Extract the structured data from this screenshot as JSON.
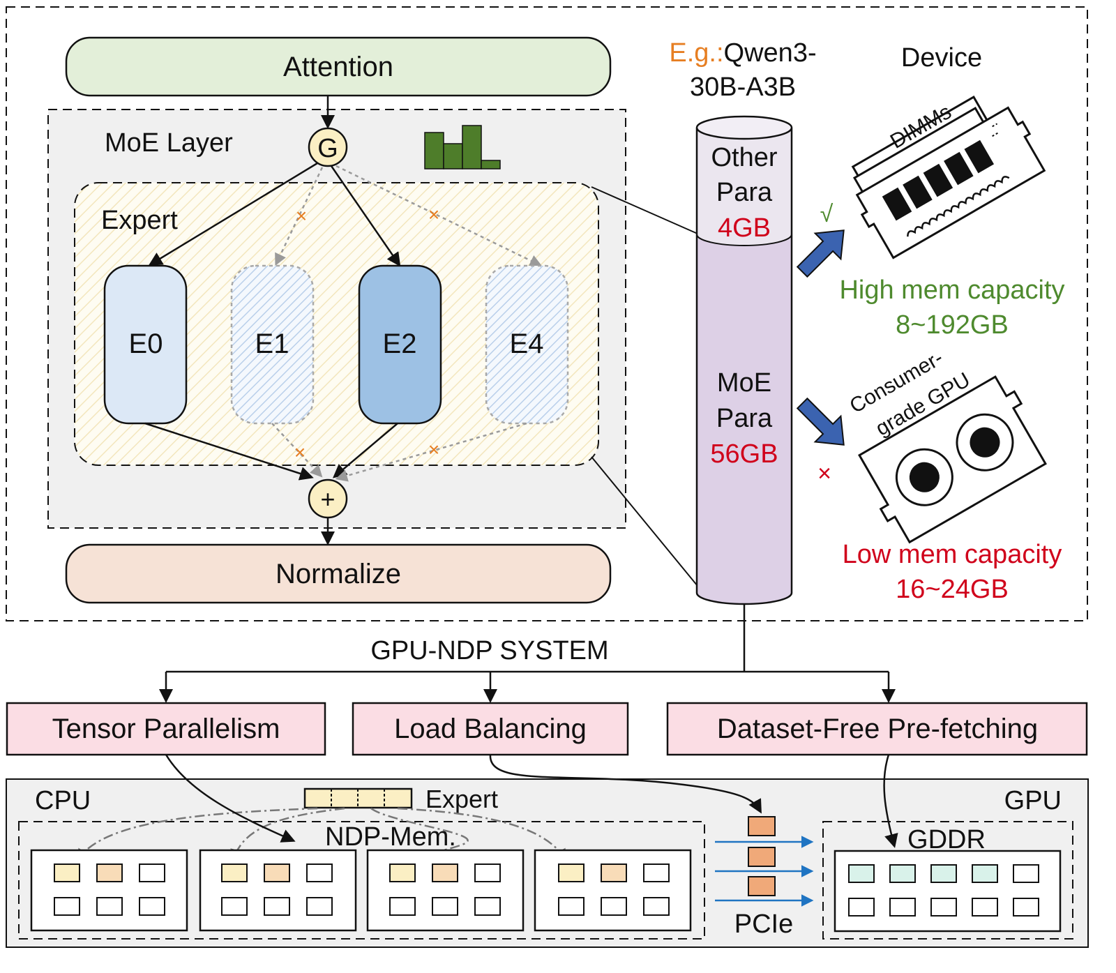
{
  "colors": {
    "attention_fill": "#e3efd9",
    "normalize_fill": "#f6e2d6",
    "expert_light": "#dce8f6",
    "expert_active": "#9dc1e4",
    "gate_fill": "#fbefc4",
    "accent_orange": "#e67e22",
    "accent_red": "#d0021b",
    "accent_green": "#4e8a2e",
    "chart_green": "#4e7d2a",
    "arrow_blue": "#3b63b0",
    "cylinder_top": "#ebe6ef",
    "cylinder_body": "#ddd0e6",
    "strategy_fill": "#fbdde4",
    "panel_gray": "#f0f0f0",
    "cell_yellow": "#fbefc4",
    "cell_orange": "#f8dcb8",
    "cell_green": "#d9f2ea",
    "pcie_block": "#f0a979",
    "pcie_arrow": "#1f74c2"
  },
  "diagram": {
    "attention_label": "Attention",
    "normalize_label": "Normalize",
    "moe_layer_label": "MoE Layer",
    "gate_symbol": "G",
    "sum_symbol": "+",
    "expert_label": "Expert",
    "cross_symbol": "×",
    "experts": [
      {
        "label": "E0",
        "state": "selected"
      },
      {
        "label": "E1",
        "state": "skipped"
      },
      {
        "label": "E2",
        "state": "selected"
      },
      {
        "label": "E4",
        "state": "skipped"
      }
    ],
    "example": {
      "prefix": "E.g.:",
      "model_line1": "Qwen3-",
      "model_line2": "30B-A3B"
    },
    "cylinder": {
      "other_line1": "Other",
      "other_line2": "Para",
      "other_size": "4GB",
      "moe_line1": "MoE",
      "moe_line2": "Para",
      "moe_size": "56GB"
    },
    "device": {
      "title": "Device",
      "dimms_label": "DIMMs",
      "check_symbol": "√",
      "high_caption": "High mem capacity",
      "high_range": "8~192GB",
      "gpu_label_line1": "Consumer-",
      "gpu_label_line2": "grade GPU",
      "cross_symbol": "×",
      "low_caption": "Low mem capacity",
      "low_range": "16~24GB"
    },
    "system_label": "GPU-NDP SYSTEM",
    "strategies": [
      "Tensor Parallelism",
      "Load Balancing",
      "Dataset-Free Pre-fetching"
    ],
    "hardware": {
      "cpu_label": "CPU",
      "gpu_label": "GPU",
      "expert_label": "Expert",
      "ndp_label": "NDP-Mem.",
      "pcie_label": "PCIe",
      "gddr_label": "GDDR"
    }
  }
}
